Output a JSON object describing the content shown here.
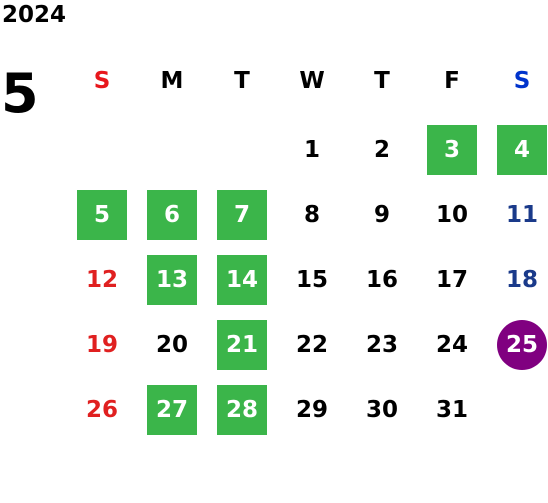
{
  "year": "2024",
  "month": "5",
  "weekdays": [
    "S",
    "M",
    "T",
    "W",
    "T",
    "F",
    "S"
  ],
  "days": [
    "1",
    "2",
    "3",
    "4",
    "5",
    "6",
    "7",
    "8",
    "9",
    "10",
    "11",
    "12",
    "13",
    "14",
    "15",
    "16",
    "17",
    "18",
    "19",
    "20",
    "21",
    "22",
    "23",
    "24",
    "25",
    "26",
    "27",
    "28",
    "29",
    "30",
    "31"
  ],
  "first_weekday_index": 3,
  "highlight_green": [
    3,
    4,
    5,
    6,
    7,
    13,
    14,
    21,
    27,
    28
  ],
  "highlight_circle": [
    25
  ],
  "colors": {
    "green": "#3bb54a",
    "purple": "#800080",
    "sunday_red": "#e02020",
    "saturday_blue": "#1a3a8a"
  }
}
